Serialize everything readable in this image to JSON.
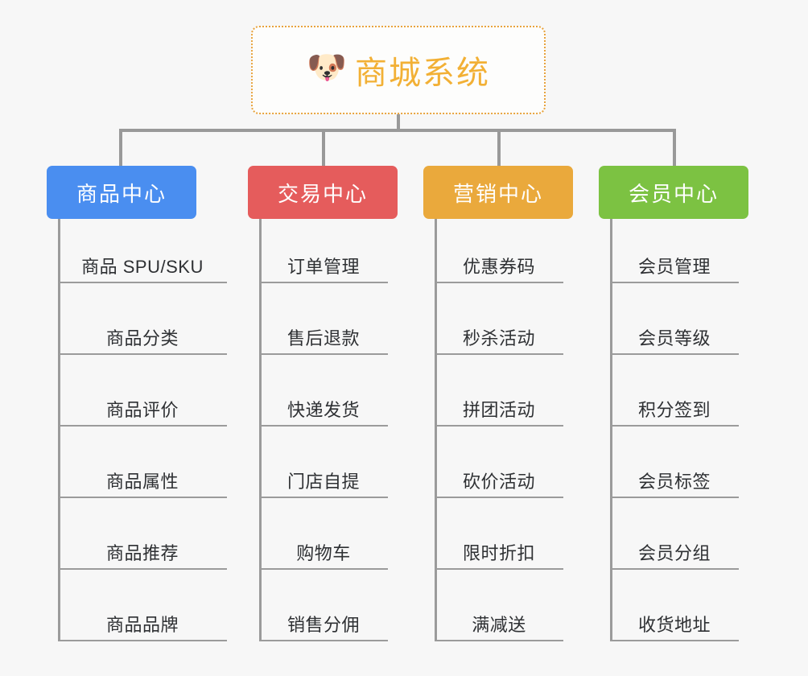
{
  "root": {
    "icon": "dog-face-icon",
    "icon_glyph": "🐶",
    "title": "商城系统",
    "title_color": "#f2b035",
    "border_color": "#e8a33d"
  },
  "categories": [
    {
      "label": "商品中心",
      "color": "#4a8ef0",
      "items": [
        "商品 SPU/SKU",
        "商品分类",
        "商品评价",
        "商品属性",
        "商品推荐",
        "商品品牌"
      ]
    },
    {
      "label": "交易中心",
      "color": "#e55c5c",
      "items": [
        "订单管理",
        "售后退款",
        "快递发货",
        "门店自提",
        "购物车",
        "销售分佣"
      ]
    },
    {
      "label": "营销中心",
      "color": "#eaa93c",
      "items": [
        "优惠券码",
        "秒杀活动",
        "拼团活动",
        "砍价活动",
        "限时折扣",
        "满减送"
      ]
    },
    {
      "label": "会员中心",
      "color": "#7cc242",
      "items": [
        "会员管理",
        "会员等级",
        "积分签到",
        "会员标签",
        "会员分组",
        "收货地址"
      ]
    }
  ],
  "connector_color": "#999999",
  "background_color": "#f7f7f7"
}
